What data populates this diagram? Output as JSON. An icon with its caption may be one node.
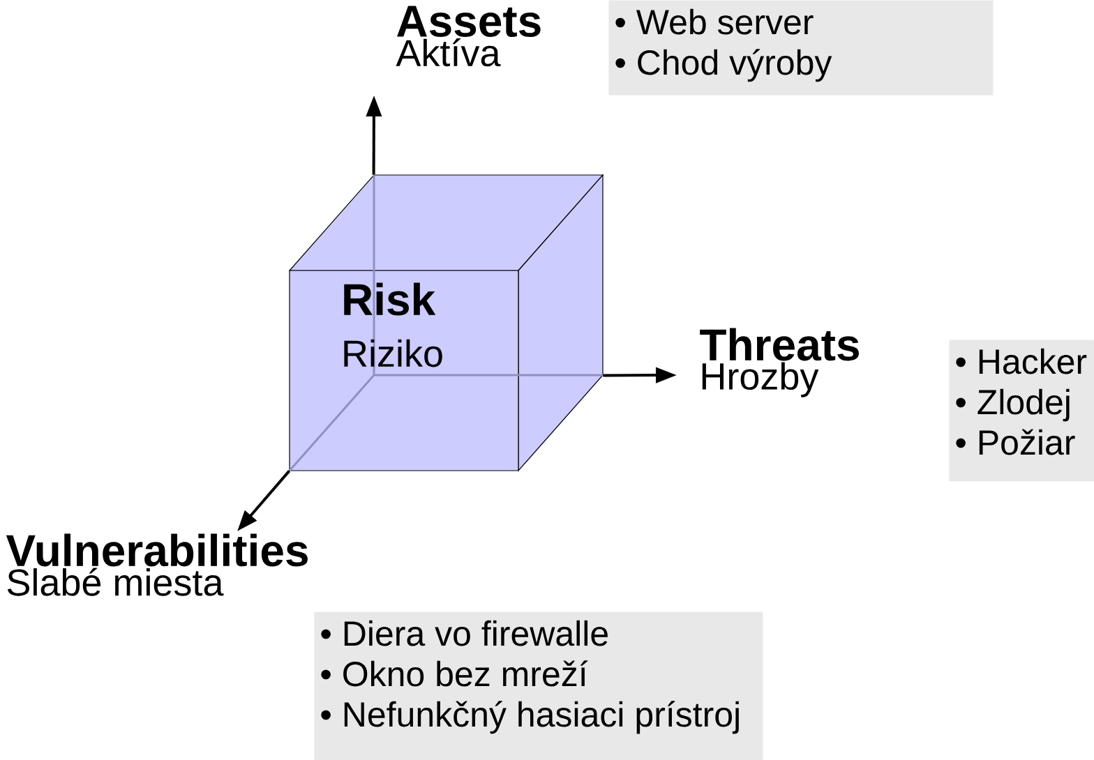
{
  "diagram": {
    "nodes": [
      {
        "text": [
          "Risk",
          "Riziko"
        ]
      },
      {
        "text": [
          "Assets",
          "Aktíva"
        ]
      },
      {
        "text": [
          "Threats",
          "Hrozby"
        ]
      },
      {
        "text": [
          "Vulnerabilities",
          "Slabé miesta"
        ]
      },
      {
        "text": [
          "• Web server",
          "• Chod výroby"
        ]
      },
      {
        "text": [
          "• Hacker",
          "• Zlodej",
          "• Požiar"
        ]
      },
      {
        "text": [
          "• Diera vo firewalle",
          "• Okno bez mreží",
          "• Nefunkčný hasiaci prístroj"
        ]
      }
    ],
    "edges": [
      {
        "from": 0,
        "to": 1,
        "arrow": "to"
      },
      {
        "from": 0,
        "to": 2,
        "arrow": "to"
      },
      {
        "from": 0,
        "to": 3,
        "arrow": "to"
      }
    ]
  }
}
